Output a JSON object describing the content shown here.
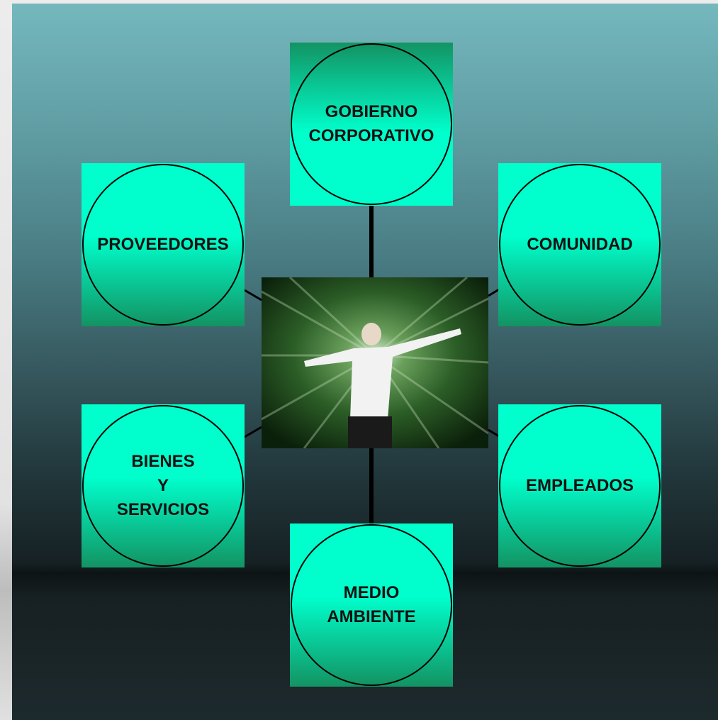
{
  "diagram": {
    "colors": {
      "node_fill_light": "#00ffcc",
      "node_fill_dark": "#139363",
      "connector": "#000000",
      "text": "#111111"
    },
    "center_image": {
      "description_icon": "person-arms-outstretched-forest-photo"
    },
    "nodes": [
      {
        "key": "gobierno",
        "label": "GOBIERNO\nCORPORATIVO"
      },
      {
        "key": "comunidad",
        "label": "COMUNIDAD"
      },
      {
        "key": "empleados",
        "label": "EMPLEADOS"
      },
      {
        "key": "medio",
        "label": "MEDIO\nAMBIENTE"
      },
      {
        "key": "bienes",
        "label": "BIENES\nY\nSERVICIOS"
      },
      {
        "key": "proveedores",
        "label": "PROVEEDORES"
      }
    ]
  }
}
